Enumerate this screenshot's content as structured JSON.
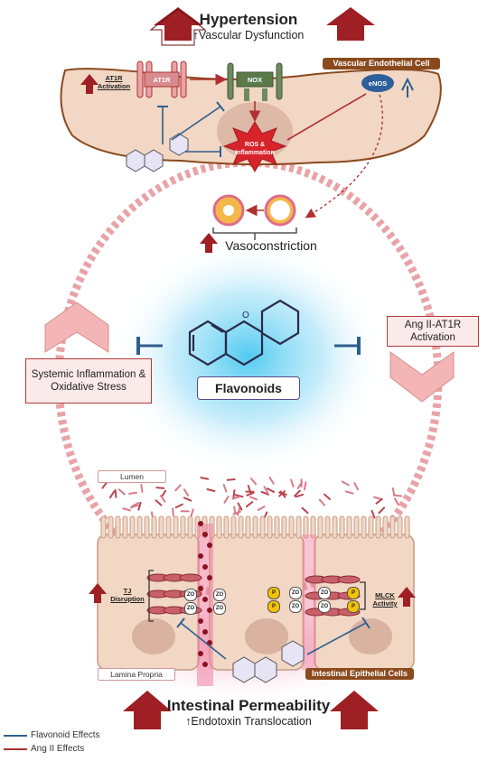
{
  "top": {
    "title": "Hypertension",
    "subtitle": "↑Vascular Dysfunction"
  },
  "endothelium": {
    "cell_label": "Vascular Endothelial Cell",
    "at1r_label": "AT1R",
    "at1r_activation": "AT1R Activation",
    "nox_label": "NOX",
    "enos_label": "eNOS",
    "ros_label": "ROS & Inflammation"
  },
  "vasoconstriction": "Vasoconstriction",
  "center": {
    "label": "Flavonoids"
  },
  "left_box": "Systemic Inflammation & Oxidative Stress",
  "right_box": "Ang II-AT1R Activation",
  "gut": {
    "lumen": "Lumen",
    "lamina": "Lamina Propria",
    "epithelial": "Intestinal Epithelial Cells",
    "tj_disruption": "TJ Disruption",
    "mlck_activity": "MLCK Activity",
    "zo": "ZO",
    "p": "P"
  },
  "bottom": {
    "title": "Intestinal Permeability",
    "subtitle": "↑Endotoxin Translocation"
  },
  "legend": [
    {
      "label": "Flavonoid Effects",
      "color": "#2e5f8f"
    },
    {
      "label": "Ang II Effects",
      "color": "#b03030"
    }
  ],
  "colors": {
    "ang": "#b03030",
    "flav": "#2e5f8f",
    "arrow": "#9e1f24",
    "cell": "#f1d7c4"
  }
}
